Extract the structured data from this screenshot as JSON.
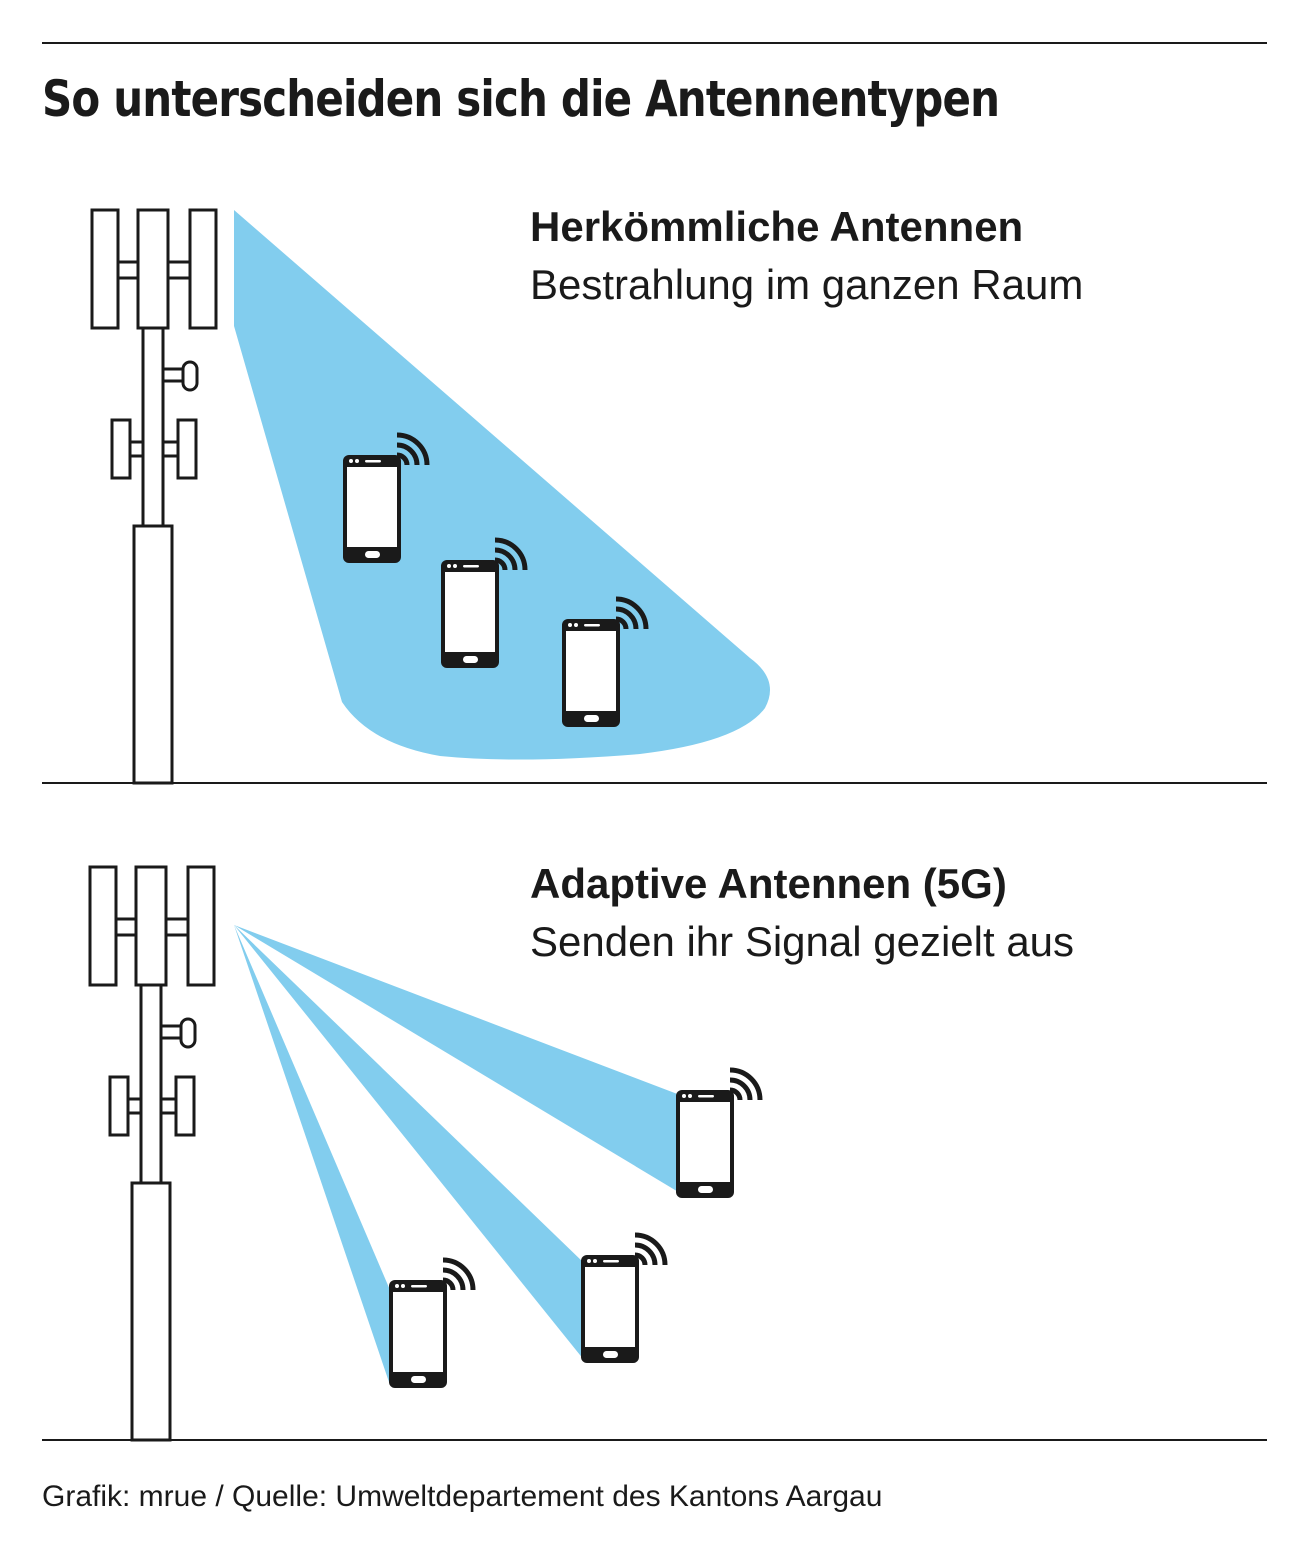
{
  "title": "So unterscheiden sich die Antennentypen",
  "sections": [
    {
      "heading": "Herkömmliche Antennen",
      "description": "Bestrahlung im ganzen Raum"
    },
    {
      "heading": "Adaptive Antennen (5G)",
      "description": "Senden ihr Signal gezielt aus"
    }
  ],
  "credit": "Grafik: mrue / Quelle: Umweltdepartement des Kantons Aargau",
  "colors": {
    "beam": "#82cdee",
    "ink": "#1a1a1a",
    "background": "#ffffff"
  },
  "icons": [
    "antenna-tower-icon",
    "smartphone-icon",
    "signal-waves-icon"
  ]
}
